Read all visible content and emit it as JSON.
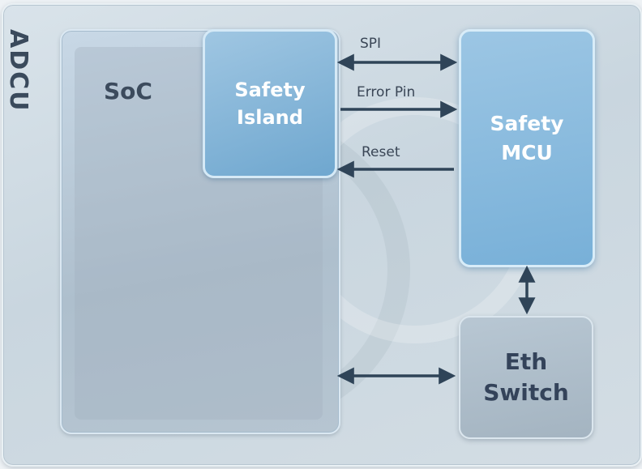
{
  "diagram": {
    "container_label": "ADCU",
    "soc_label": "SoC",
    "safety_island_label": "Safety\nIsland",
    "safety_mcu_label": "Safety\nMCU",
    "eth_switch_label": "Eth\nSwitch",
    "connections": {
      "spi": "SPI",
      "error_pin": "Error Pin",
      "reset": "Reset"
    }
  }
}
